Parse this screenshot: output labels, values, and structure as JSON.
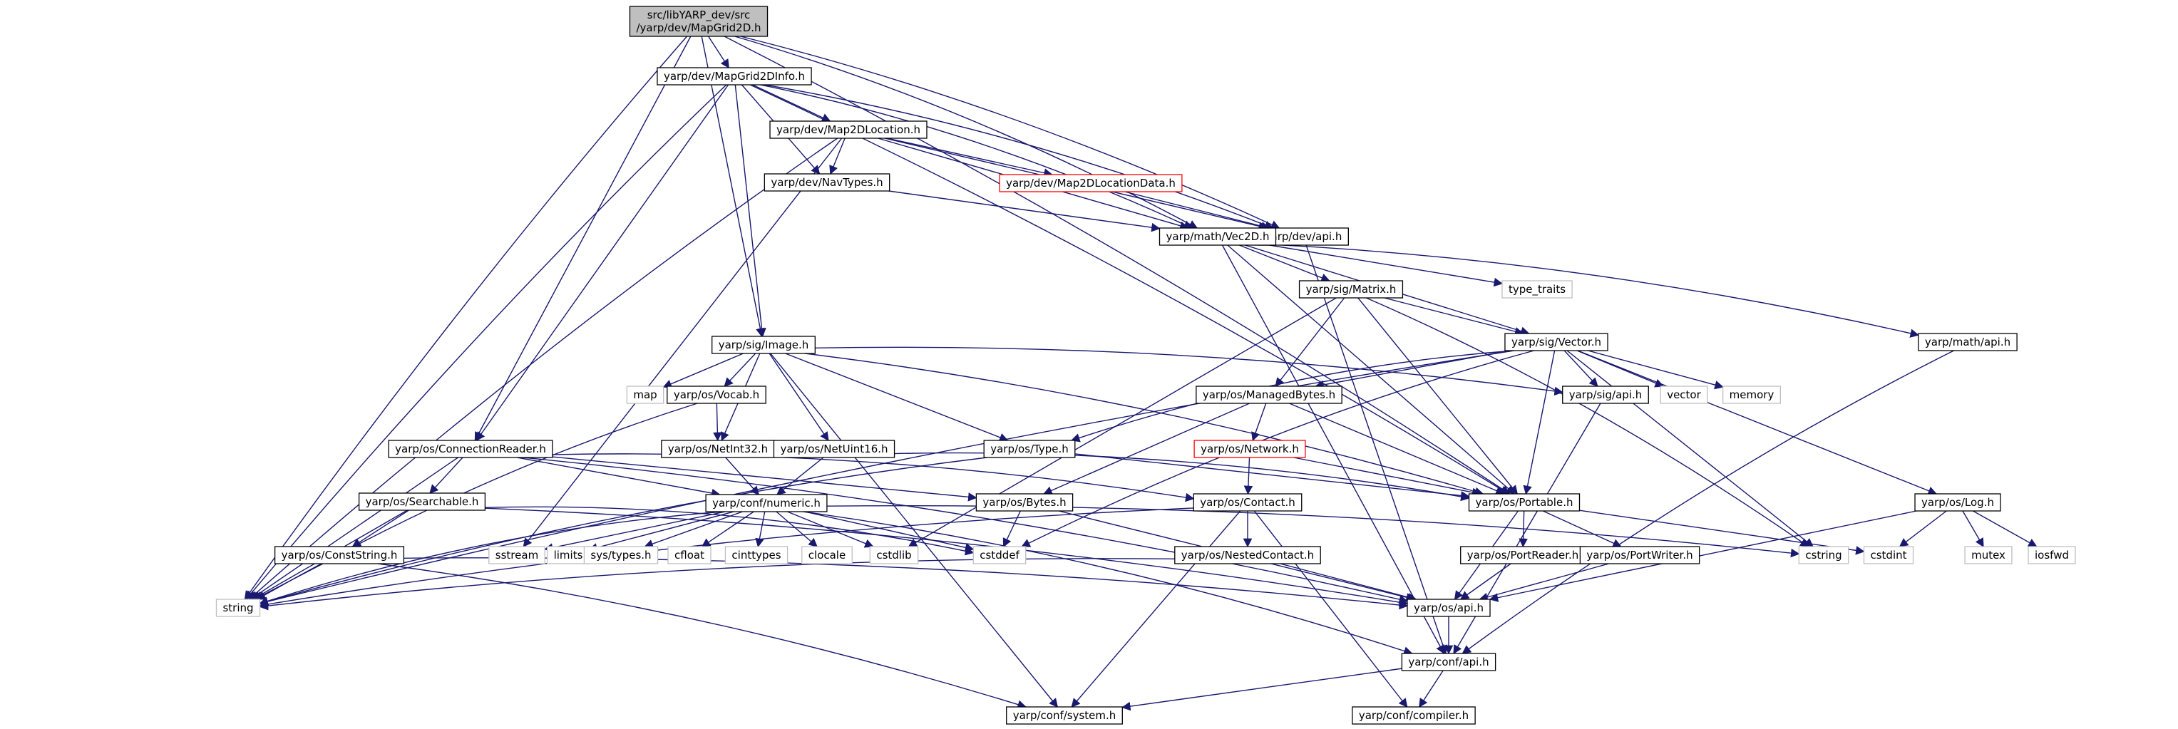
{
  "diagram": {
    "colors": {
      "edge": "#191970",
      "node_border": "#000000",
      "node_border_muted": "#bfbfbf",
      "node_border_red": "#ff0000",
      "root_fill": "#bfbfbf",
      "node_fill": "#ffffff"
    },
    "nodes": [
      {
        "id": "root",
        "lines": [
          "src/libYARP_dev/src",
          "/yarp/dev/MapGrid2D.h"
        ],
        "style": "root"
      },
      {
        "id": "mg2dinfo",
        "lines": [
          "yarp/dev/MapGrid2DInfo.h"
        ],
        "style": "normal"
      },
      {
        "id": "map2dloc",
        "lines": [
          "yarp/dev/Map2DLocation.h"
        ],
        "style": "normal"
      },
      {
        "id": "navtypes",
        "lines": [
          "yarp/dev/NavTypes.h"
        ],
        "style": "normal"
      },
      {
        "id": "map2dlocdata",
        "lines": [
          "yarp/dev/Map2DLocationData.h"
        ],
        "style": "red"
      },
      {
        "id": "devapi",
        "lines": [
          "yarp/dev/api.h"
        ],
        "style": "normal"
      },
      {
        "id": "vec2d",
        "lines": [
          "yarp/math/Vec2D.h"
        ],
        "style": "normal"
      },
      {
        "id": "type_traits",
        "lines": [
          "type_traits"
        ],
        "style": "muted"
      },
      {
        "id": "matrix",
        "lines": [
          "yarp/sig/Matrix.h"
        ],
        "style": "normal"
      },
      {
        "id": "mathapi",
        "lines": [
          "yarp/math/api.h"
        ],
        "style": "normal"
      },
      {
        "id": "image",
        "lines": [
          "yarp/sig/Image.h"
        ],
        "style": "normal"
      },
      {
        "id": "vector",
        "lines": [
          "yarp/sig/Vector.h"
        ],
        "style": "normal"
      },
      {
        "id": "map",
        "lines": [
          "map"
        ],
        "style": "muted"
      },
      {
        "id": "vocab",
        "lines": [
          "yarp/os/Vocab.h"
        ],
        "style": "normal"
      },
      {
        "id": "sigapi",
        "lines": [
          "yarp/sig/api.h"
        ],
        "style": "normal"
      },
      {
        "id": "vector_std",
        "lines": [
          "vector"
        ],
        "style": "muted"
      },
      {
        "id": "memory",
        "lines": [
          "memory"
        ],
        "style": "muted"
      },
      {
        "id": "managedbytes",
        "lines": [
          "yarp/os/ManagedBytes.h"
        ],
        "style": "normal"
      },
      {
        "id": "connreader",
        "lines": [
          "yarp/os/ConnectionReader.h"
        ],
        "style": "normal"
      },
      {
        "id": "netint32",
        "lines": [
          "yarp/os/NetInt32.h"
        ],
        "style": "normal"
      },
      {
        "id": "netuint16",
        "lines": [
          "yarp/os/NetUint16.h"
        ],
        "style": "normal"
      },
      {
        "id": "type",
        "lines": [
          "yarp/os/Type.h"
        ],
        "style": "normal"
      },
      {
        "id": "network",
        "lines": [
          "yarp/os/Network.h"
        ],
        "style": "red"
      },
      {
        "id": "searchable",
        "lines": [
          "yarp/os/Searchable.h"
        ],
        "style": "normal"
      },
      {
        "id": "numeric",
        "lines": [
          "yarp/conf/numeric.h"
        ],
        "style": "normal"
      },
      {
        "id": "bytes",
        "lines": [
          "yarp/os/Bytes.h"
        ],
        "style": "normal"
      },
      {
        "id": "contact",
        "lines": [
          "yarp/os/Contact.h"
        ],
        "style": "normal"
      },
      {
        "id": "portable",
        "lines": [
          "yarp/os/Portable.h"
        ],
        "style": "normal"
      },
      {
        "id": "log",
        "lines": [
          "yarp/os/Log.h"
        ],
        "style": "normal"
      },
      {
        "id": "conststring",
        "lines": [
          "yarp/os/ConstString.h"
        ],
        "style": "normal"
      },
      {
        "id": "sstream",
        "lines": [
          "sstream"
        ],
        "style": "muted"
      },
      {
        "id": "limits",
        "lines": [
          "limits"
        ],
        "style": "muted"
      },
      {
        "id": "systypes",
        "lines": [
          "sys/types.h"
        ],
        "style": "muted"
      },
      {
        "id": "cfloat",
        "lines": [
          "cfloat"
        ],
        "style": "muted"
      },
      {
        "id": "cinttypes",
        "lines": [
          "cinttypes"
        ],
        "style": "muted"
      },
      {
        "id": "clocale",
        "lines": [
          "clocale"
        ],
        "style": "muted"
      },
      {
        "id": "cstdlib",
        "lines": [
          "cstdlib"
        ],
        "style": "muted"
      },
      {
        "id": "cstddef",
        "lines": [
          "cstddef"
        ],
        "style": "muted"
      },
      {
        "id": "nestedcontact",
        "lines": [
          "yarp/os/NestedContact.h"
        ],
        "style": "normal"
      },
      {
        "id": "portreader",
        "lines": [
          "yarp/os/PortReader.h"
        ],
        "style": "normal"
      },
      {
        "id": "portwriter",
        "lines": [
          "yarp/os/PortWriter.h"
        ],
        "style": "normal"
      },
      {
        "id": "cstring",
        "lines": [
          "cstring"
        ],
        "style": "muted"
      },
      {
        "id": "cstdint",
        "lines": [
          "cstdint"
        ],
        "style": "muted"
      },
      {
        "id": "mutex",
        "lines": [
          "mutex"
        ],
        "style": "muted"
      },
      {
        "id": "iosfwd",
        "lines": [
          "iosfwd"
        ],
        "style": "muted"
      },
      {
        "id": "string",
        "lines": [
          "string"
        ],
        "style": "muted"
      },
      {
        "id": "osapi",
        "lines": [
          "yarp/os/api.h"
        ],
        "style": "normal"
      },
      {
        "id": "confapi",
        "lines": [
          "yarp/conf/api.h"
        ],
        "style": "normal"
      },
      {
        "id": "system",
        "lines": [
          "yarp/conf/system.h"
        ],
        "style": "normal"
      },
      {
        "id": "compiler",
        "lines": [
          "yarp/conf/compiler.h"
        ],
        "style": "normal"
      }
    ],
    "edges": [
      [
        "root",
        "mg2dinfo"
      ],
      [
        "root",
        "image"
      ],
      [
        "root",
        "connreader"
      ],
      [
        "root",
        "string"
      ],
      [
        "root",
        "vec2d"
      ],
      [
        "root",
        "devapi"
      ],
      [
        "root",
        "portable"
      ],
      [
        "mg2dinfo",
        "map2dloc"
      ],
      [
        "mg2dinfo",
        "navtypes"
      ],
      [
        "mg2dinfo",
        "devapi"
      ],
      [
        "mg2dinfo",
        "vec2d"
      ],
      [
        "mg2dinfo",
        "image"
      ],
      [
        "mg2dinfo",
        "connreader"
      ],
      [
        "mg2dinfo",
        "string"
      ],
      [
        "mg2dinfo",
        "portable"
      ],
      [
        "map2dloc",
        "navtypes"
      ],
      [
        "map2dloc",
        "map2dlocdata"
      ],
      [
        "map2dloc",
        "devapi"
      ],
      [
        "map2dloc",
        "vec2d"
      ],
      [
        "map2dloc",
        "sstream"
      ],
      [
        "map2dloc",
        "string"
      ],
      [
        "navtypes",
        "vec2d"
      ],
      [
        "map2dlocdata",
        "devapi"
      ],
      [
        "vec2d",
        "matrix"
      ],
      [
        "vec2d",
        "type_traits"
      ],
      [
        "vec2d",
        "mathapi"
      ],
      [
        "vec2d",
        "vector"
      ],
      [
        "vec2d",
        "portable"
      ],
      [
        "vec2d",
        "confapi"
      ],
      [
        "matrix",
        "vector"
      ],
      [
        "matrix",
        "managedbytes"
      ],
      [
        "matrix",
        "portable"
      ],
      [
        "matrix",
        "cstring"
      ],
      [
        "matrix",
        "cstdlib"
      ],
      [
        "mathapi",
        "confapi"
      ],
      [
        "image",
        "map"
      ],
      [
        "image",
        "vocab"
      ],
      [
        "image",
        "netint32"
      ],
      [
        "image",
        "netuint16"
      ],
      [
        "image",
        "type"
      ],
      [
        "image",
        "sigapi"
      ],
      [
        "image",
        "portable"
      ],
      [
        "image",
        "system"
      ],
      [
        "vector",
        "sigapi"
      ],
      [
        "vector",
        "vector_std"
      ],
      [
        "vector",
        "memory"
      ],
      [
        "vector",
        "managedbytes"
      ],
      [
        "vector",
        "type"
      ],
      [
        "vector",
        "portable"
      ],
      [
        "vector",
        "log"
      ],
      [
        "vector",
        "cstring"
      ],
      [
        "vector",
        "cstddef"
      ],
      [
        "vector",
        "string"
      ],
      [
        "vocab",
        "netint32"
      ],
      [
        "vocab",
        "string"
      ],
      [
        "sigapi",
        "confapi"
      ],
      [
        "managedbytes",
        "network"
      ],
      [
        "managedbytes",
        "bytes"
      ],
      [
        "managedbytes",
        "portable"
      ],
      [
        "connreader",
        "searchable"
      ],
      [
        "connreader",
        "numeric"
      ],
      [
        "connreader",
        "contact"
      ],
      [
        "connreader",
        "bytes"
      ],
      [
        "connreader",
        "osapi"
      ],
      [
        "connreader",
        "string"
      ],
      [
        "netint32",
        "numeric"
      ],
      [
        "netuint16",
        "numeric"
      ],
      [
        "netuint16",
        "portable"
      ],
      [
        "type",
        "string"
      ],
      [
        "type",
        "portable"
      ],
      [
        "network",
        "contact"
      ],
      [
        "network",
        "portable"
      ],
      [
        "searchable",
        "conststring"
      ],
      [
        "searchable",
        "osapi"
      ],
      [
        "searchable",
        "string"
      ],
      [
        "searchable",
        "cstddef"
      ],
      [
        "numeric",
        "sstream"
      ],
      [
        "numeric",
        "limits"
      ],
      [
        "numeric",
        "systypes"
      ],
      [
        "numeric",
        "cfloat"
      ],
      [
        "numeric",
        "cinttypes"
      ],
      [
        "numeric",
        "clocale"
      ],
      [
        "numeric",
        "cstdlib"
      ],
      [
        "numeric",
        "cstddef"
      ],
      [
        "numeric",
        "cstring"
      ],
      [
        "numeric",
        "string"
      ],
      [
        "numeric",
        "confapi"
      ],
      [
        "bytes",
        "cstddef"
      ],
      [
        "bytes",
        "osapi"
      ],
      [
        "contact",
        "nestedcontact"
      ],
      [
        "contact",
        "string"
      ],
      [
        "contact",
        "system"
      ],
      [
        "contact",
        "compiler"
      ],
      [
        "portable",
        "portreader"
      ],
      [
        "portable",
        "portwriter"
      ],
      [
        "portable",
        "osapi"
      ],
      [
        "portable",
        "cstdint"
      ],
      [
        "log",
        "cstdint"
      ],
      [
        "log",
        "mutex"
      ],
      [
        "log",
        "iosfwd"
      ],
      [
        "log",
        "osapi"
      ],
      [
        "conststring",
        "osapi"
      ],
      [
        "conststring",
        "string"
      ],
      [
        "conststring",
        "system"
      ],
      [
        "nestedcontact",
        "osapi"
      ],
      [
        "nestedcontact",
        "string"
      ],
      [
        "portreader",
        "osapi"
      ],
      [
        "portwriter",
        "osapi"
      ],
      [
        "osapi",
        "confapi"
      ],
      [
        "confapi",
        "system"
      ],
      [
        "confapi",
        "compiler"
      ],
      [
        "devapi",
        "confapi"
      ]
    ]
  }
}
